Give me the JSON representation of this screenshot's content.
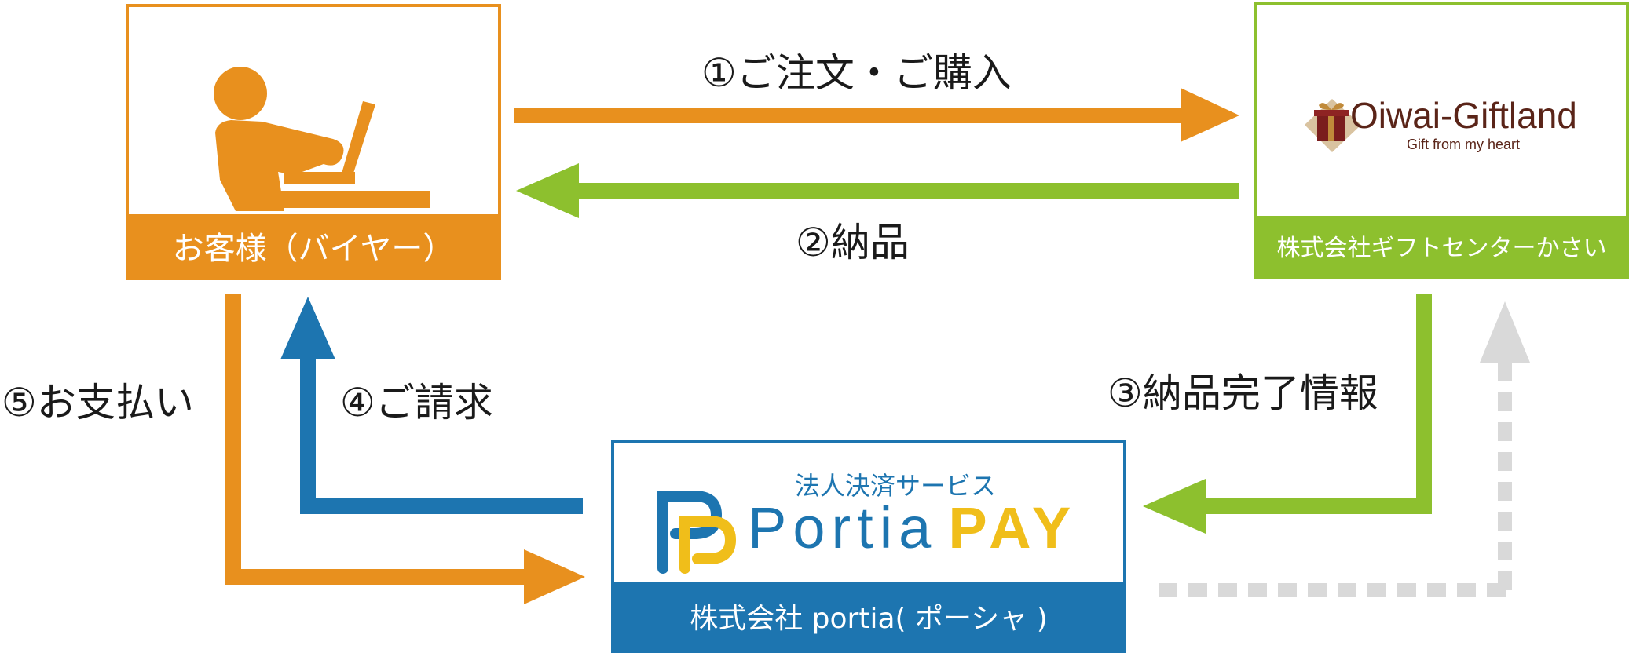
{
  "nodes": {
    "customer": {
      "footer": "お客様（バイヤー）",
      "icon": "person-at-laptop-icon",
      "color": "#E8901E"
    },
    "seller": {
      "footer": "株式会社ギフトセンターかさい",
      "logo_text": "Oiwai-Giftland",
      "logo_tagline": "Gift from my heart",
      "color": "#8DC02E"
    },
    "portia": {
      "service": "法人決済サービス",
      "brand_first": "Portia",
      "brand_second": "PAY",
      "footer": "株式会社 portia( ポーシャ )",
      "color": "#1D75B0",
      "accent": "#F0BE1A"
    }
  },
  "steps": {
    "s1": "①ご注文・ご購入",
    "s2": "②納品",
    "s3": "③納品完了情報",
    "s4": "④ご請求",
    "s5": "⑤お支払い"
  },
  "colors": {
    "orange": "#E8901E",
    "green": "#8DC02E",
    "blue": "#1D75B0",
    "gray_dotted": "#D9D9D9",
    "logo_brown": "#5A2418"
  }
}
